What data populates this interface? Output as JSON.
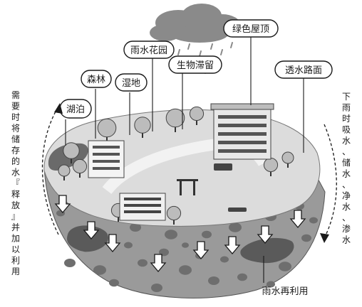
{
  "labels": {
    "lake": "湖泊",
    "forest": "森林",
    "wetland": "湿地",
    "rain_garden": "雨水花园",
    "bioretention": "生物滞留",
    "green_roof": "绿色屋顶",
    "permeable_pavement": "透水路面",
    "rainwater_reuse": "雨水再利用"
  },
  "side_text": {
    "left": "需要时将储存的水『释放』并加以利用",
    "right": "下雨时吸水、储水、净水、渗水"
  },
  "colors": {
    "ground_top": "#dcdcdc",
    "soil": "#9a9a9a",
    "pebble": "#6e6e6e",
    "water": "#5a5a5a",
    "cloud": "#8a8a8a"
  }
}
